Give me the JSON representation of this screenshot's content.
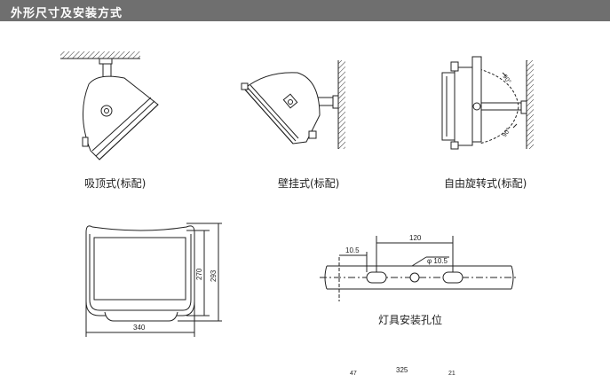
{
  "header": {
    "title": "外形尺寸及安装方式"
  },
  "captions": {
    "ceiling_mount": "吸顶式(标配)",
    "wall_mount": "壁挂式(标配)",
    "free_rotation": "自由旋转式(标配)",
    "mounting_holes": "灯具安装孔位"
  },
  "rotation_angles": {
    "upper": "90°",
    "lower": "90°"
  },
  "front_view_dims": {
    "width": "340",
    "inner_height": "270",
    "outer_height": "293"
  },
  "hole_dims": {
    "edge_offset": "10.5",
    "hole_spacing": "120",
    "hole_diameter": "φ 10.5"
  },
  "bottom_dims": {
    "left": "47",
    "center": "325",
    "right": "21"
  }
}
